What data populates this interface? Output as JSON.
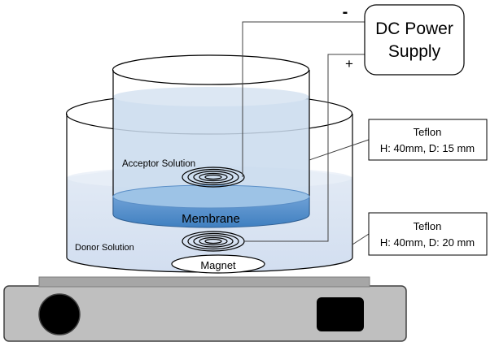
{
  "power_supply": {
    "line1": "DC Power",
    "line2": "Supply",
    "minus": "-",
    "plus": "+"
  },
  "labels": {
    "acceptor": "Acceptor Solution",
    "membrane": "Membrane",
    "donor": "Donor Solution",
    "magnet": "Magnet"
  },
  "callouts": [
    {
      "line1": "Teflon",
      "line2": "H: 40mm, D: 15 mm"
    },
    {
      "line1": "Teflon",
      "line2": "H: 40mm, D: 20 mm"
    }
  ],
  "colors": {
    "donor_liquid": "#dbe5f1",
    "acceptor_liquid": "#c9daed",
    "membrane_top": "#9dc3e6",
    "membrane_body": "#4a86c5",
    "stirrer_body": "#bfbfbf",
    "stirrer_plate": "#a6a6a6",
    "knob": "#000000"
  }
}
